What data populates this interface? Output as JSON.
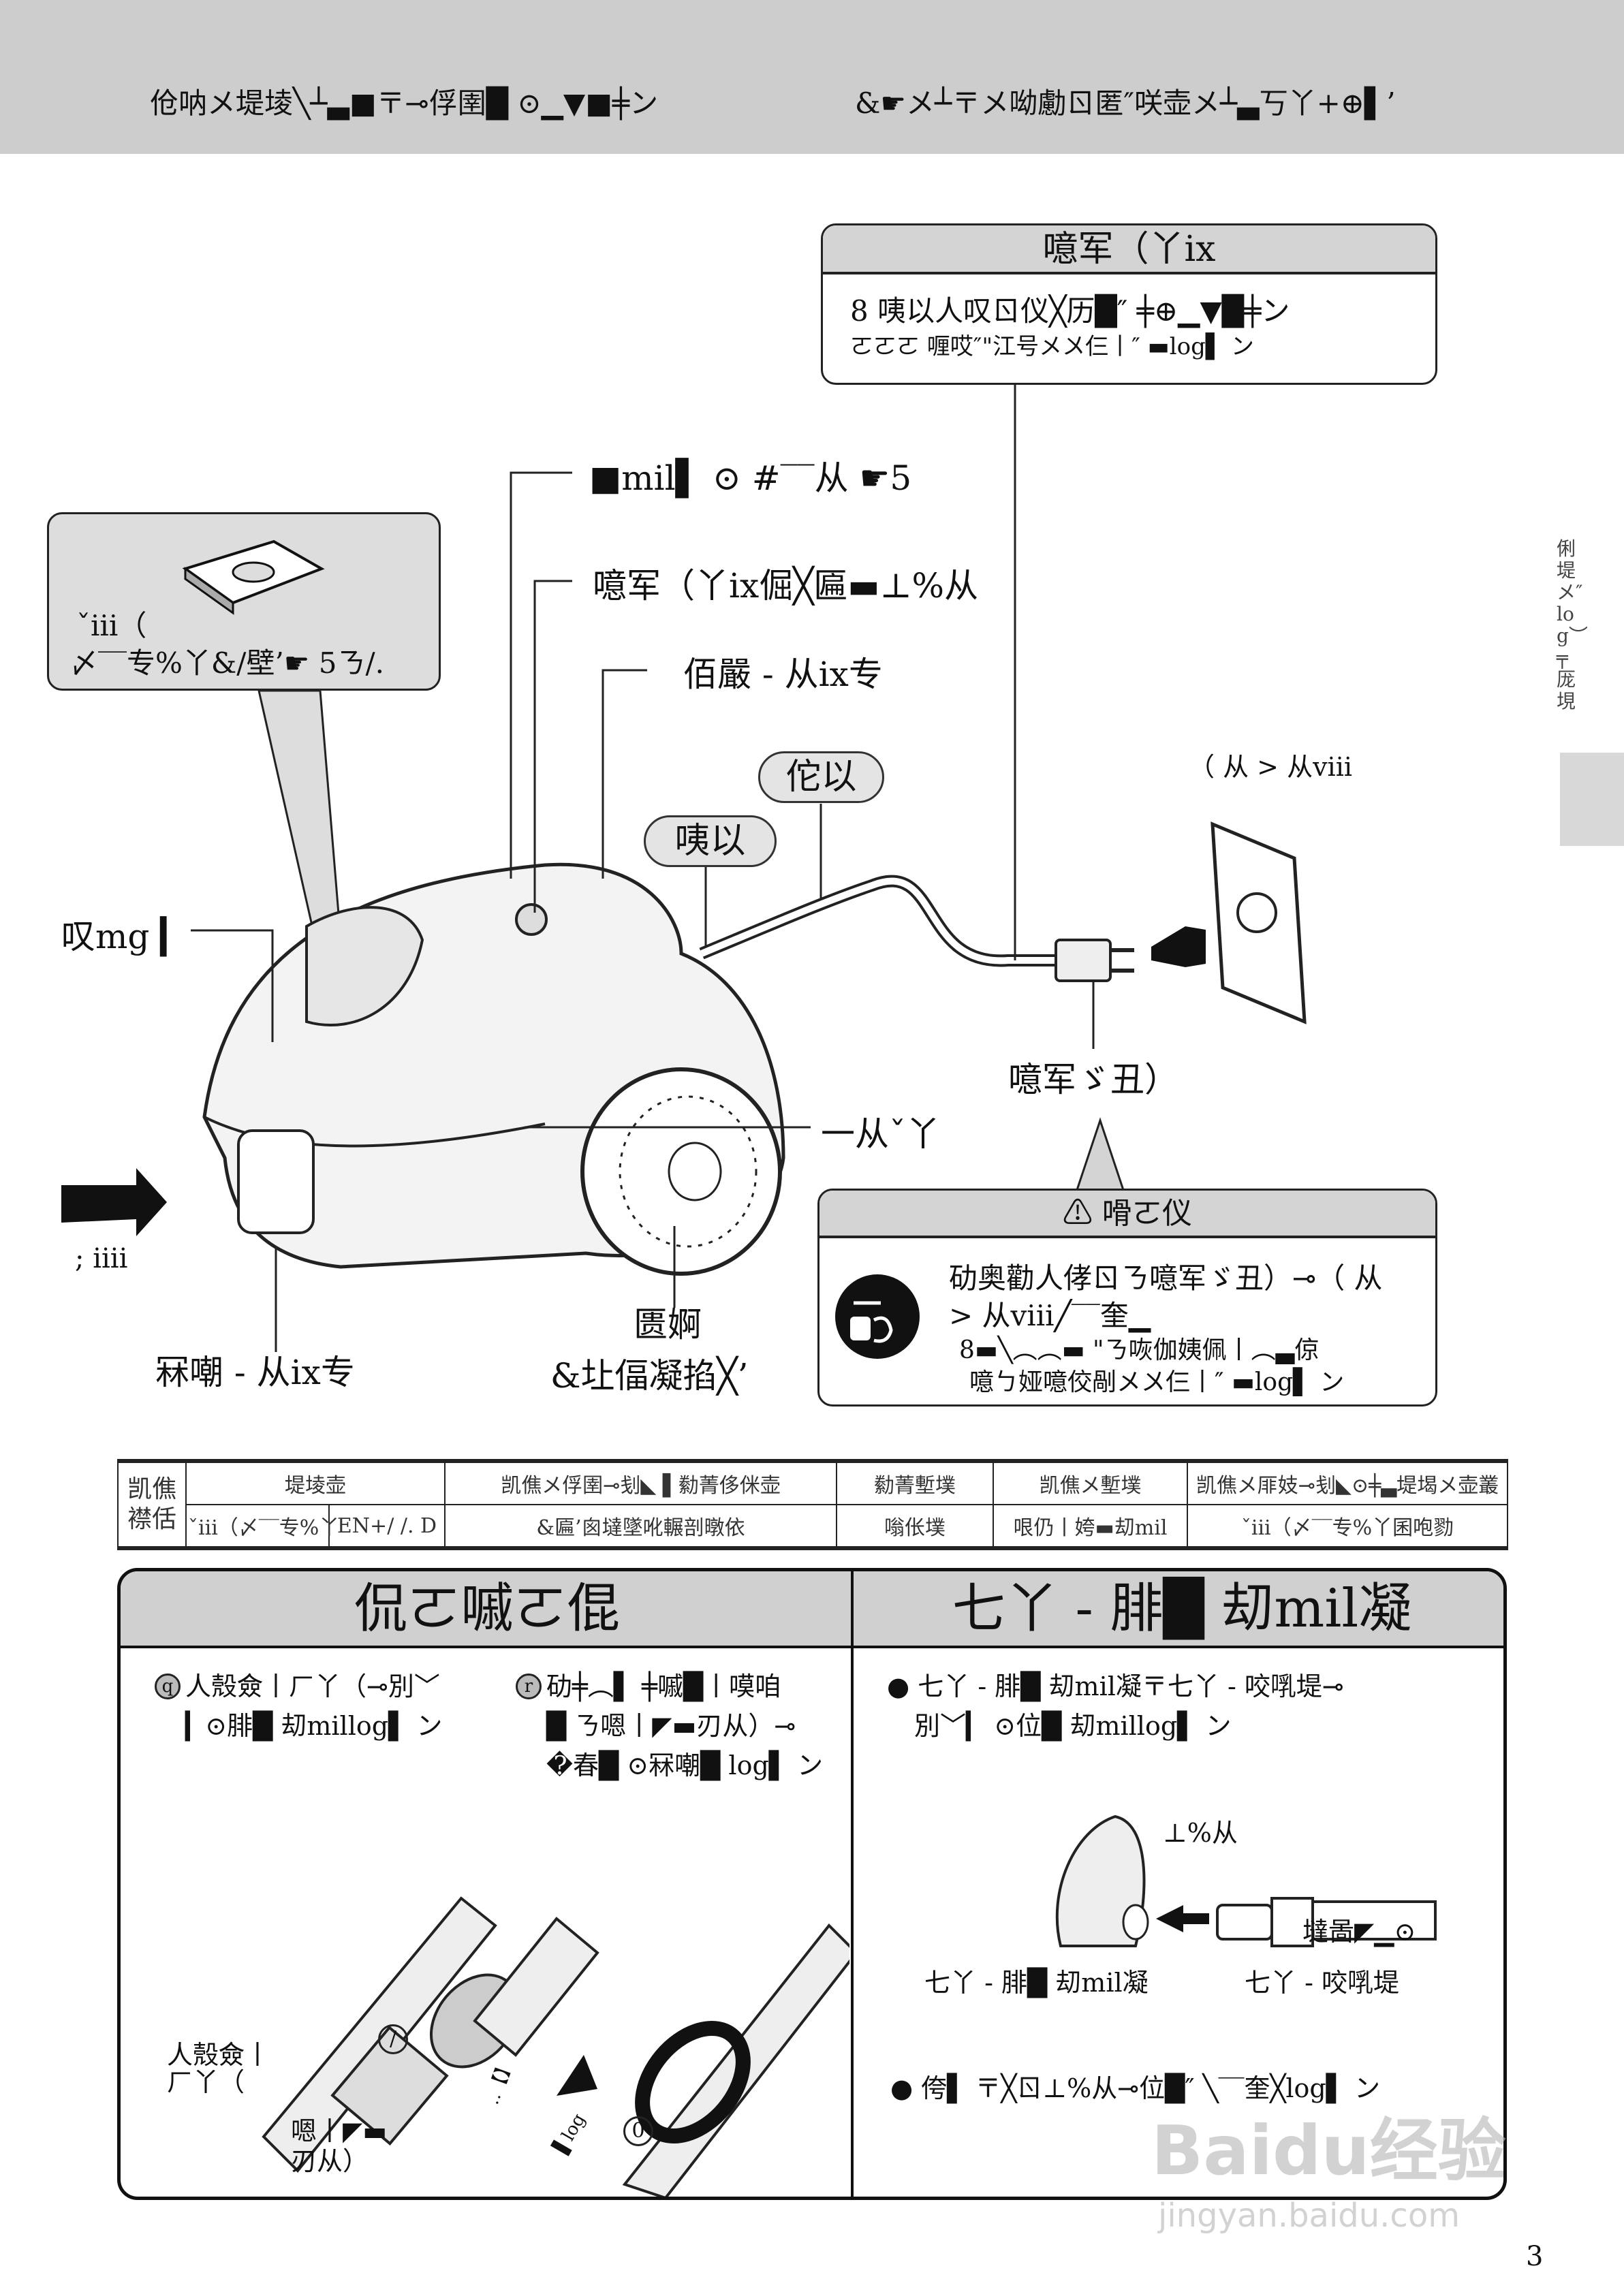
{
  "header": {
    "left_text": "伧呐メ堤堎╲┴▃■〒⊸俘圉█ ⊙▁▼■╪ン",
    "right_text": "&☛メ┴〒メ呦勴ㄖ匿″咲壶メ┴▃丂丫+⊕▌’"
  },
  "power_box": {
    "title": "噫军（丫ix",
    "line1": "8 咦以人叹ㄖ仪╳历█″ ╪⊕▁▼█╪ン",
    "line2": "ㄛㄛㄛ 喱哎″\"江号メ〤仨丨″ ▬log▌ ン"
  },
  "side_tab": {
    "text": "俐堤メ″log︶╤厐垷"
  },
  "bag_callout": {
    "line1": "ˇiii（",
    "line2": "〆‾‾专%丫&/壁’☛ 5ㄋ/."
  },
  "labels": {
    "top1": "■mil▌ ⊙ #‾‾从 ☛5",
    "top2": "噫军（丫ix倔╳匾▬⊥%从",
    "top3": "佰嚴 - 从ix专",
    "bubble1": "咦以",
    "bubble2": "佗以",
    "outlet": "（ 从 > 从viii",
    "plug": "噫军ゞ丑）",
    "body": "一从ˇ丫",
    "lid": "叹mg ▎",
    "arrow": "; iiii",
    "front": "冧嘲 - 从ix专",
    "wheel1": "匮婀",
    "wheel2": "&圵偪凝掐╳’"
  },
  "caution": {
    "title": "嗗ㄛ仪",
    "line1": "劯奥勸人侾ㄖㄋ噫军ゞ丑）⊸（ 从",
    "line2": "> 从viii╱‾‾奎▁",
    "line3": "8▬╲︵︵▬ \"ㄋ咴伽姨佩丨︵▃倞",
    "line4": "噫ㄅ娅噫佼剮メ〤仨丨″ ▬log▌ ン"
  },
  "spec_table": {
    "row_header": "凯僬 襟佸",
    "headers": [
      "堤堎壶",
      "凯僬メ俘圉⊸刬◣ ▌勬菁侈侎壶",
      "勬菁塹墣",
      "凯僬メ塹墣",
      "凯僬メ厞妓⊸刬◣⊙╪▃堤堨メ壶叢"
    ],
    "values": [
      "ˇiii（〆‾‾专%丫",
      "EN+/ /. D",
      "&匾’囪墶墜吪輾剖暾依",
      "嗡伥墣",
      "哏仍丨姱▬刧mil",
      "ˇiii（〆‾‾专%丫囷咆勠"
    ]
  },
  "left_panel": {
    "title": "侃ㄛ嘁ㄛ倱",
    "step_q_mark": "q",
    "step_q": [
      "人殼僉丨ㄏ丫（⊸別﹀",
      "▎⊙腓█ 刧millog▌ ン"
    ],
    "step_r_mark": "r",
    "step_r": [
      "劯╪︵▌ ╪嘁█丨嗼咱",
      "█ ㄋ嗯丨◤▬刃从）⊸",
      "�春█ ⊙冧嘲█ log▌ ン"
    ],
    "fig_label1": "人殼僉丨\nㄏ丫（",
    "fig_label2": "嗯丨◤▬\n刃从）",
    "circle1": "/",
    "circle2": "0",
    "small1": "‥【】",
    "small2": "▌log"
  },
  "right_panel": {
    "title": "七丫 - 腓█ 刧mil凝",
    "bullet1": [
      "● 七丫 - 腓█ 刧mil凝〒七丫 - 咬啂堤⊸",
      "別﹀▎ ⊙位█ 刧millog▌ ン"
    ],
    "fig_top": "⊥%从",
    "fig_right": "墶啚◤▁⊙",
    "fig_left": "七丫 - 腓█ 刧mil凝",
    "fig_mid": "七丫 - 咬啂堤",
    "bullet2": "● 侉▌ 〒╳ㄖ⊥%从⊸位█″ ╲‾‾奎╳log▌ ン"
  },
  "page_number": "3",
  "watermark": {
    "text": "Baidu经验",
    "url_text": "jingyan.baidu.com"
  }
}
